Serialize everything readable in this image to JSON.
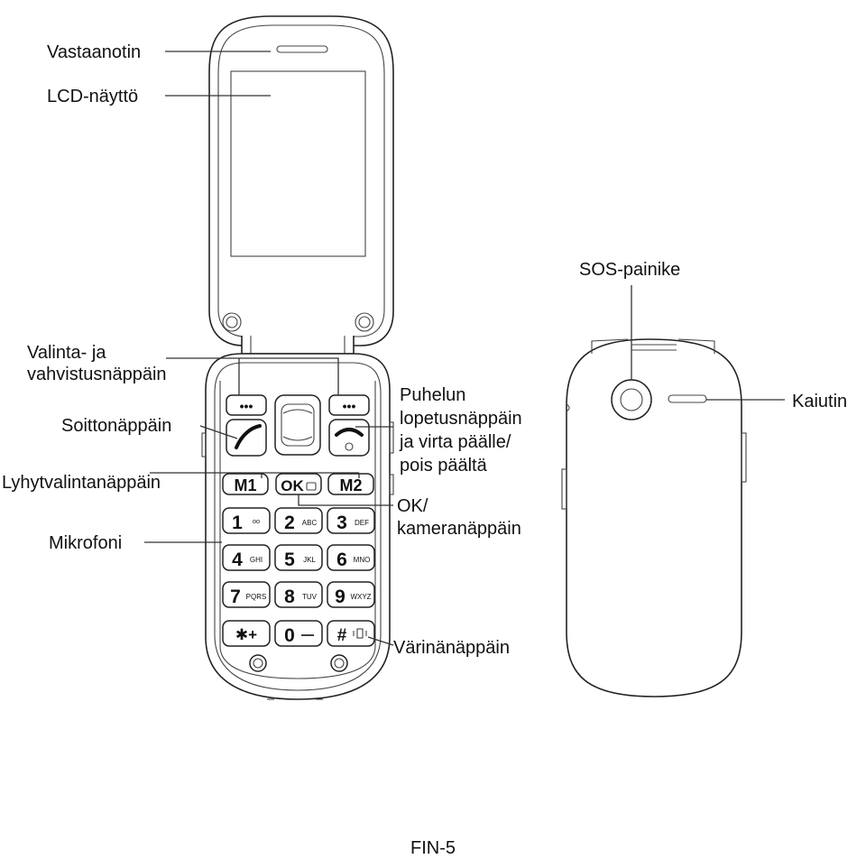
{
  "labels": {
    "vastaanotin": "Vastaanotin",
    "lcd": "LCD-näyttö",
    "valinta_1": "Valinta- ja",
    "valinta_2": "vahvistusnäppäin",
    "soitto": "Soittonäppäin",
    "lyhyt": "Lyhytvalintanäppäin",
    "mikrofoni": "Mikrofoni",
    "puhelun_1": "Puhelun",
    "puhelun_2": "lopetusnäppäin",
    "puhelun_3": "ja virta päälle/",
    "puhelun_4": "pois päältä",
    "ok_1": "OK/",
    "ok_2": "kameranäppäin",
    "varina": "Värinänäppäin",
    "sos": "SOS-painike",
    "kaiutin": "Kaiutin"
  },
  "keys": {
    "soft": "•••",
    "m1": "M1",
    "ok": "OK",
    "m2": "M2",
    "k1": "1",
    "k1s": "ᴼᴼ",
    "k2": "2",
    "k2s": "ABC",
    "k3": "3",
    "k3s": "DEF",
    "k4": "4",
    "k4s": "GHI",
    "k5": "5",
    "k5s": "JKL",
    "k6": "6",
    "k6s": "MNO",
    "k7": "7",
    "k7s": "PQRS",
    "k8": "8",
    "k8s": "TUV",
    "k9": "9",
    "k9s": "WXYZ",
    "kstar": "✱+",
    "k0": "0",
    "khash": "#"
  },
  "footer": {
    "page": "FIN-5"
  }
}
